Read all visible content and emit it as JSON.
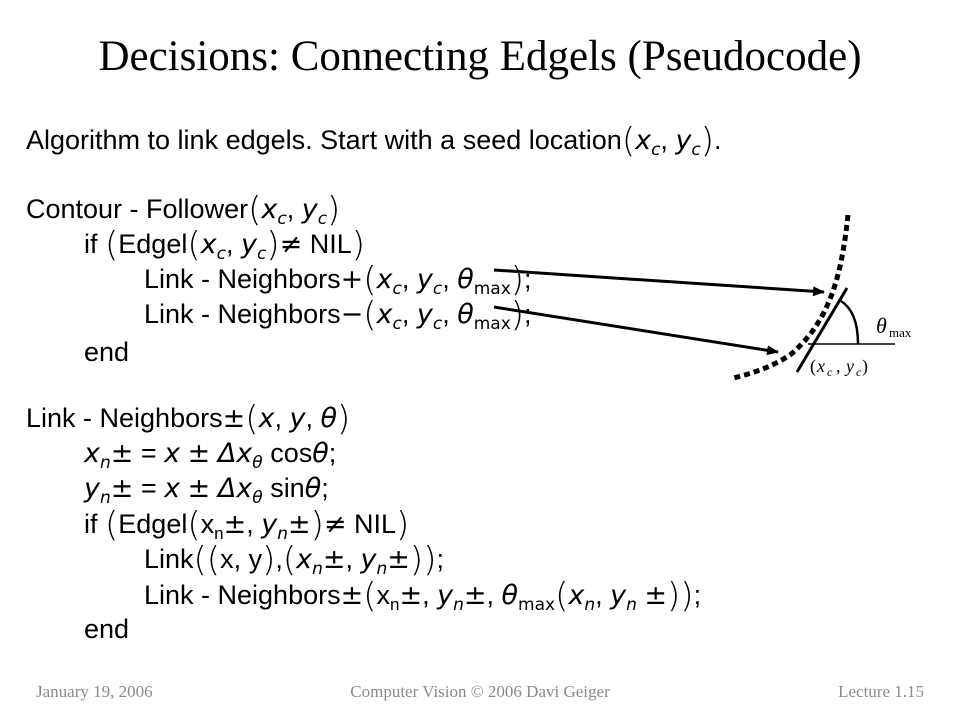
{
  "title": "Decisions: Connecting Edgels (Pseudocode)",
  "lines": {
    "intro": "Algorithm to link edgels. Start with a seed location",
    "contour_follower": "Contour - Follower",
    "if_kw": "if",
    "edgel_fn": "Edgel",
    "not_equal": "≠",
    "nil": "NIL",
    "link_neighbors": "Link - Neighbors",
    "plus": "+",
    "minus": "−",
    "plusminus": "±",
    "end_kw": "end",
    "theta": "θ",
    "theta_max_sub": "max",
    "x_var": "x",
    "y_var": "y",
    "n_sub": "n",
    "c_sub": "c",
    "delta_x_theta": "Δx",
    "cos_fn": "cos",
    "sin_fn": "sin",
    "link_fn": "Link"
  },
  "diagram": {
    "theta_label": "θ",
    "theta_sub": "max",
    "point_label_x": "x",
    "point_label_y": "y",
    "point_label_sub": "c"
  },
  "footer": {
    "date": "January 19, 2006",
    "course": "Computer Vision © 2006 Davi Geiger",
    "lecture": "Lecture 1.15"
  }
}
